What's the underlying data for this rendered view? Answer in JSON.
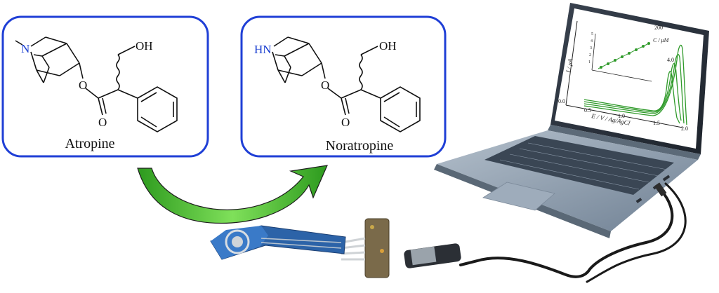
{
  "molecules": {
    "left": {
      "name": "Atropine",
      "amine": "N",
      "hydroxyl": "OH",
      "ester_o": "O",
      "carbonyl_o": "O"
    },
    "right": {
      "name": "Noratropine",
      "amine": "HN",
      "hydroxyl": "OH",
      "ester_o": "O",
      "carbonyl_o": "O"
    }
  },
  "laptop_plot": {
    "y_axis_label": "I / μA",
    "x_axis_label": "E / V / Ag/AgCl",
    "y_ticks": [
      "0.0",
      "4.0"
    ],
    "x_ticks": [
      "0.5",
      "1.0",
      "1.5",
      "2.0"
    ],
    "inset_label": "C / μM",
    "inset_ticks": [
      "200",
      "1",
      "2",
      "3",
      "4",
      "5"
    ]
  },
  "colors": {
    "box_border": "#1f3fd6",
    "arrow_green": "#3fb82a",
    "amine_blue": "#1a3fd0",
    "laptop_body": "#8a99ab",
    "plot_green": "#2f9a2a",
    "sensor_blue": "#2c63a8"
  }
}
